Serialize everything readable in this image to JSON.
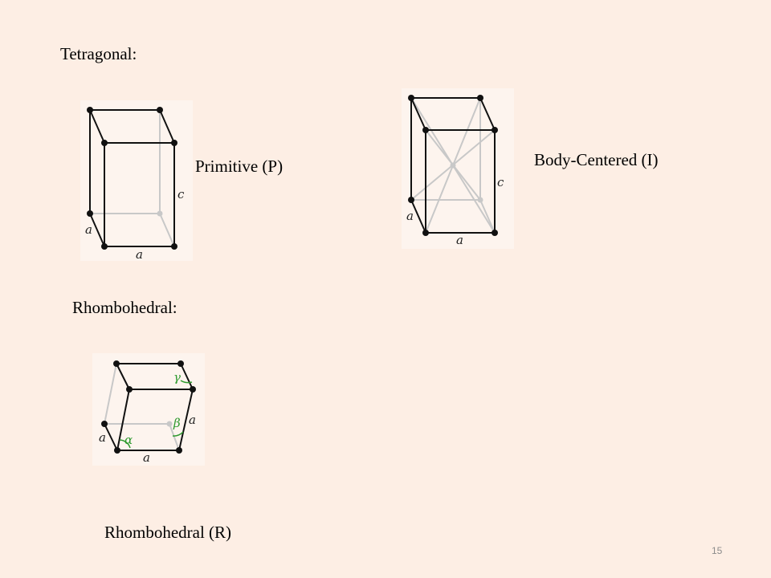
{
  "slide": {
    "headings": {
      "tetragonal": "Tetragonal:",
      "rhombohedral": "Rhombohedral:"
    },
    "captions": {
      "primitive": "Primitive (P)",
      "body_centered": "Body-Centered (I)",
      "rhombohedral": "Rhombohedral (R)"
    },
    "page_number": "15"
  },
  "figures": {
    "tetragonal_primitive": {
      "edge_a": "a",
      "edge_a2": "a",
      "edge_c": "c"
    },
    "tetragonal_body_centered": {
      "edge_a": "a",
      "edge_a2": "a",
      "edge_c": "c"
    },
    "rhombohedral_cell": {
      "edge_a": "a",
      "edge_a2": "a",
      "edge_a3": "a",
      "angle_alpha": "α",
      "angle_beta": "β",
      "angle_gamma": "γ"
    }
  },
  "colors": {
    "background": "#fdeee4",
    "visible_edge": "#111111",
    "hidden_edge": "#c8c8c8",
    "angle_label": "#2e9a2e"
  }
}
